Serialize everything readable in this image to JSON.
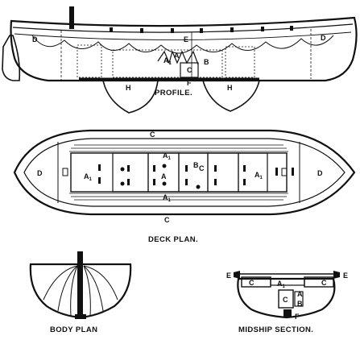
{
  "captions": {
    "profile": "PROFILE.",
    "deck_plan": "DECK PLAN.",
    "body_plan": "BODY PLAN",
    "midship_section": "MIDSHIP SECTION."
  },
  "labels": {
    "a": "A",
    "a1": "A",
    "a1_sub": "1",
    "b": "B",
    "c": "C",
    "d": "D",
    "e": "E",
    "f": "F",
    "h": "H"
  }
}
